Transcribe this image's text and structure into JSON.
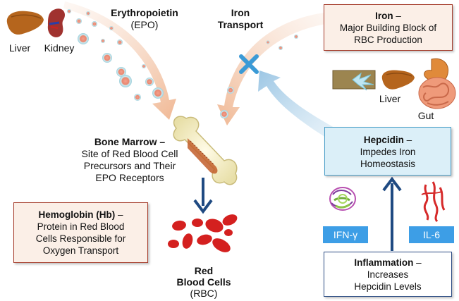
{
  "labels": {
    "liver_left": "Liver",
    "kidney": "Kidney",
    "epo_title": "Erythropoietin",
    "epo_abbr": "(EPO)",
    "iron_transport_1": "Iron",
    "iron_transport_2": "Transport",
    "bone_marrow_title": "Bone Marrow –",
    "bone_marrow_desc": [
      "Site of Red Blood Cell",
      "Precursors and Their",
      "EPO Receptors"
    ],
    "rbc_1": "Red",
    "rbc_2": "Blood Cells",
    "rbc_abbr": "(RBC)",
    "liver_right": "Liver",
    "gut": "Gut"
  },
  "boxes": {
    "iron": {
      "title": "Iron",
      "dash": " –",
      "lines": [
        "Major Building Block of",
        "RBC Production"
      ]
    },
    "hepcidin": {
      "title": "Hepcidin",
      "dash": " –",
      "lines": [
        "Impedes Iron",
        "Homeostasis"
      ]
    },
    "hemoglobin": {
      "title": "Hemoglobin (Hb)",
      "dash": " –",
      "lines": [
        "Protein in Red Blood",
        "Cells Responsible for",
        "Oxygen Transport"
      ]
    },
    "inflammation": {
      "title": "Inflammation",
      "dash": " –",
      "lines": [
        "Increases",
        "Hepcidin Levels"
      ]
    }
  },
  "tags": {
    "ifn": "IFN-γ",
    "il6": "IL-6"
  },
  "colors": {
    "box_red_border": "#a53b2a",
    "box_blue_border": "#4a9fc8",
    "box_navy_border": "#2d4e85",
    "tag_fill": "#3d9ee6",
    "arrow_salmon": "#f3c2a5",
    "arrow_blue": "#a9cde6",
    "arrow_navy": "#1f4a82",
    "rbc_red": "#d4201f",
    "block_x": "#3b9ad6"
  },
  "icons": [
    "liver-icon",
    "kidney-icon",
    "bone-icon",
    "rbc-icon",
    "stomach-icon",
    "intestine-icon",
    "macrophage-icon",
    "ifn-gamma-protein-icon",
    "il6-protein-icon",
    "block-x-icon"
  ]
}
